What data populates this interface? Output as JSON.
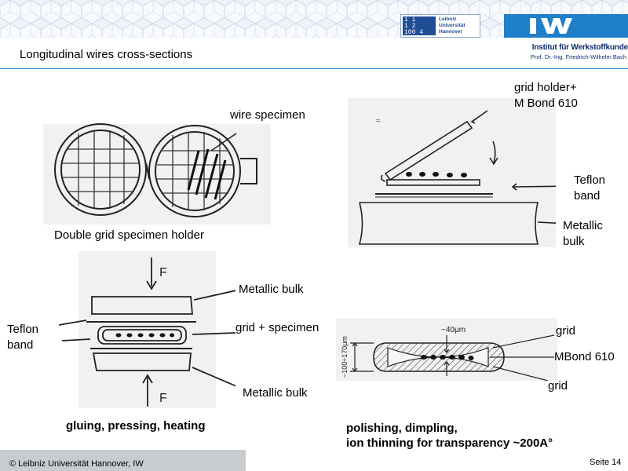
{
  "header": {
    "luh_logo_mark": "i i\n1 2\n100 4",
    "luh_logo_text": "Leibniz\nUniversität\nHannover",
    "iw_logo_text": "IW",
    "iw_name": "Institut für Werkstoffkunde",
    "iw_prof": "Prof. Dr.-Ing. Friedrich-Wilhelm Bach"
  },
  "slide": {
    "title": "Longitudinal wires cross-sections",
    "labels": {
      "wire_specimen": "wire specimen",
      "double_grid": "Double grid specimen holder",
      "grid_holder_1": "grid holder+",
      "grid_holder_2": "M Bond 610",
      "teflon_band_r1": "Teflon",
      "teflon_band_r2": "band",
      "metallic_bulk_r1": "Metallic",
      "metallic_bulk_r2": "bulk",
      "metallic_bulk_top": "Metallic bulk",
      "teflon_band_l1": "Teflon",
      "teflon_band_l2": "band",
      "grid_specimen": "grid + specimen",
      "metallic_bulk_bottom": "Metallic bulk",
      "gluing": "gluing, pressing, heating",
      "grid_top": "grid",
      "mbond": "MBond 610",
      "grid_bottom": "grid",
      "polishing_1": "polishing, dimpling,",
      "polishing_2": "ion thinning for transparency ~200A°",
      "sketch_force_top": "F",
      "sketch_force_bottom": "F",
      "sketch_dim_40": "~40μm",
      "sketch_dim_side": "~100÷170μm"
    }
  },
  "footer": {
    "copyright": "© Leibniz Universität Hannover, IW",
    "page": "Seite 14"
  }
}
